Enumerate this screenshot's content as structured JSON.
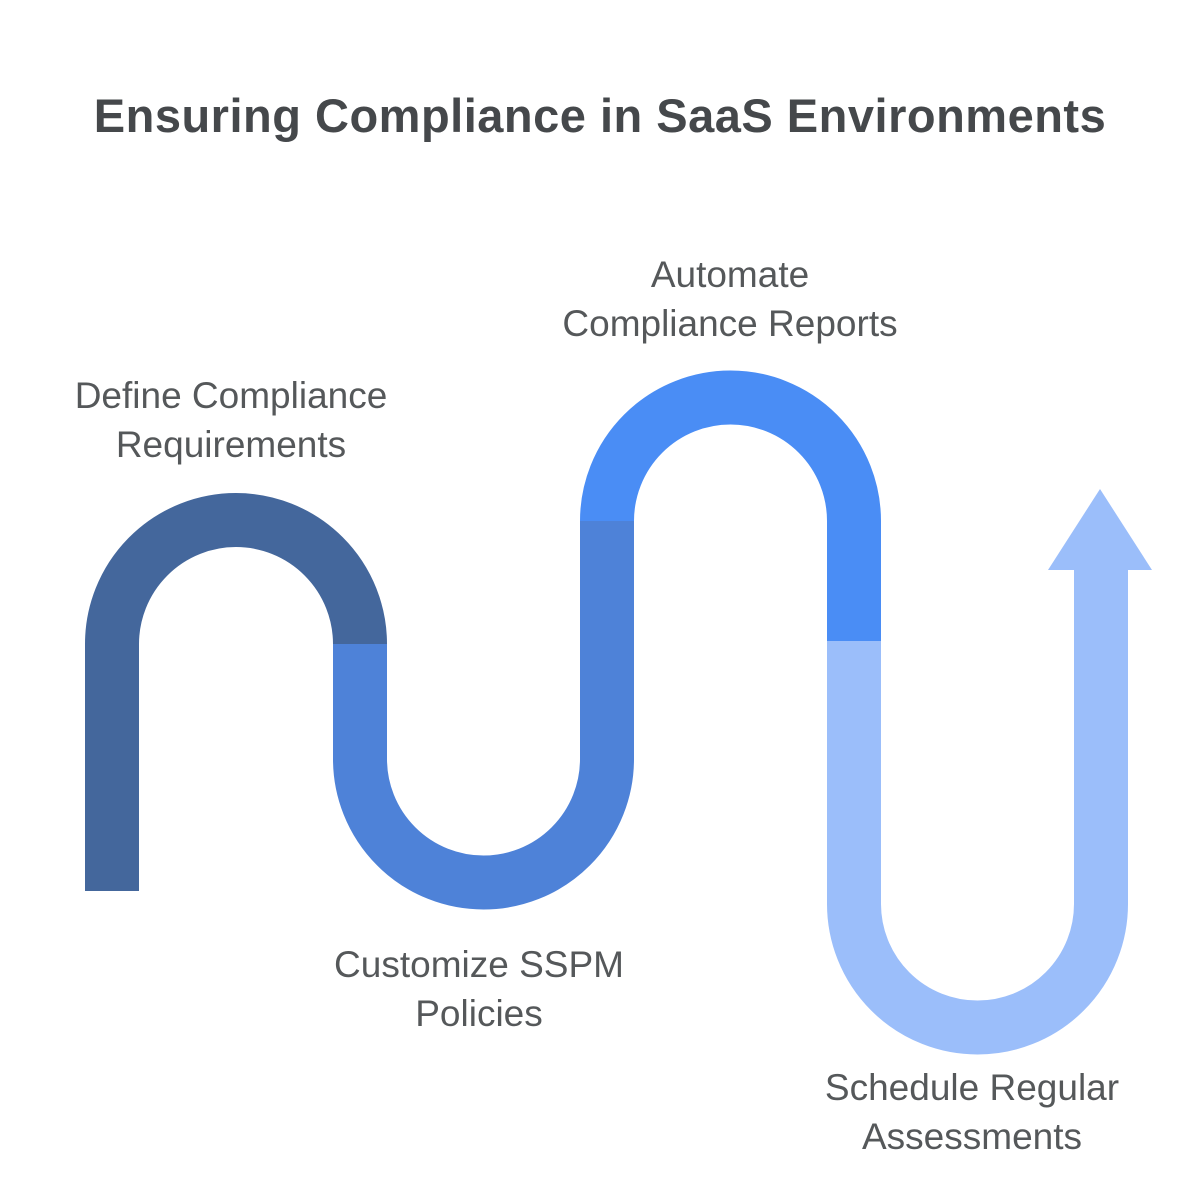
{
  "title": {
    "text": "Ensuring Compliance in SaaS Environments",
    "color": "#45484B"
  },
  "label_color": "#55585A",
  "background_color": "#FFFFFF",
  "diagram": {
    "type": "serpentine-process-flow",
    "direction": "left-to-right, ends in upward arrow",
    "steps": [
      {
        "order": "1",
        "line1": "Define Compliance",
        "line2": "Requirements",
        "color": "#44679C",
        "label_position": "above first arch"
      },
      {
        "order": "2",
        "line1": "Customize SSPM",
        "line2": "Policies",
        "color": "#4E82D8",
        "label_position": "below first U-bend"
      },
      {
        "order": "3",
        "line1": "Automate",
        "line2": "Compliance Reports",
        "color": "#4A8DF5",
        "label_position": "above second arch"
      },
      {
        "order": "4",
        "line1": "Schedule Regular",
        "line2": "Assessments",
        "color": "#9BBEFA",
        "label_position": "below second U-bend, segment ends in up arrow"
      }
    ]
  }
}
